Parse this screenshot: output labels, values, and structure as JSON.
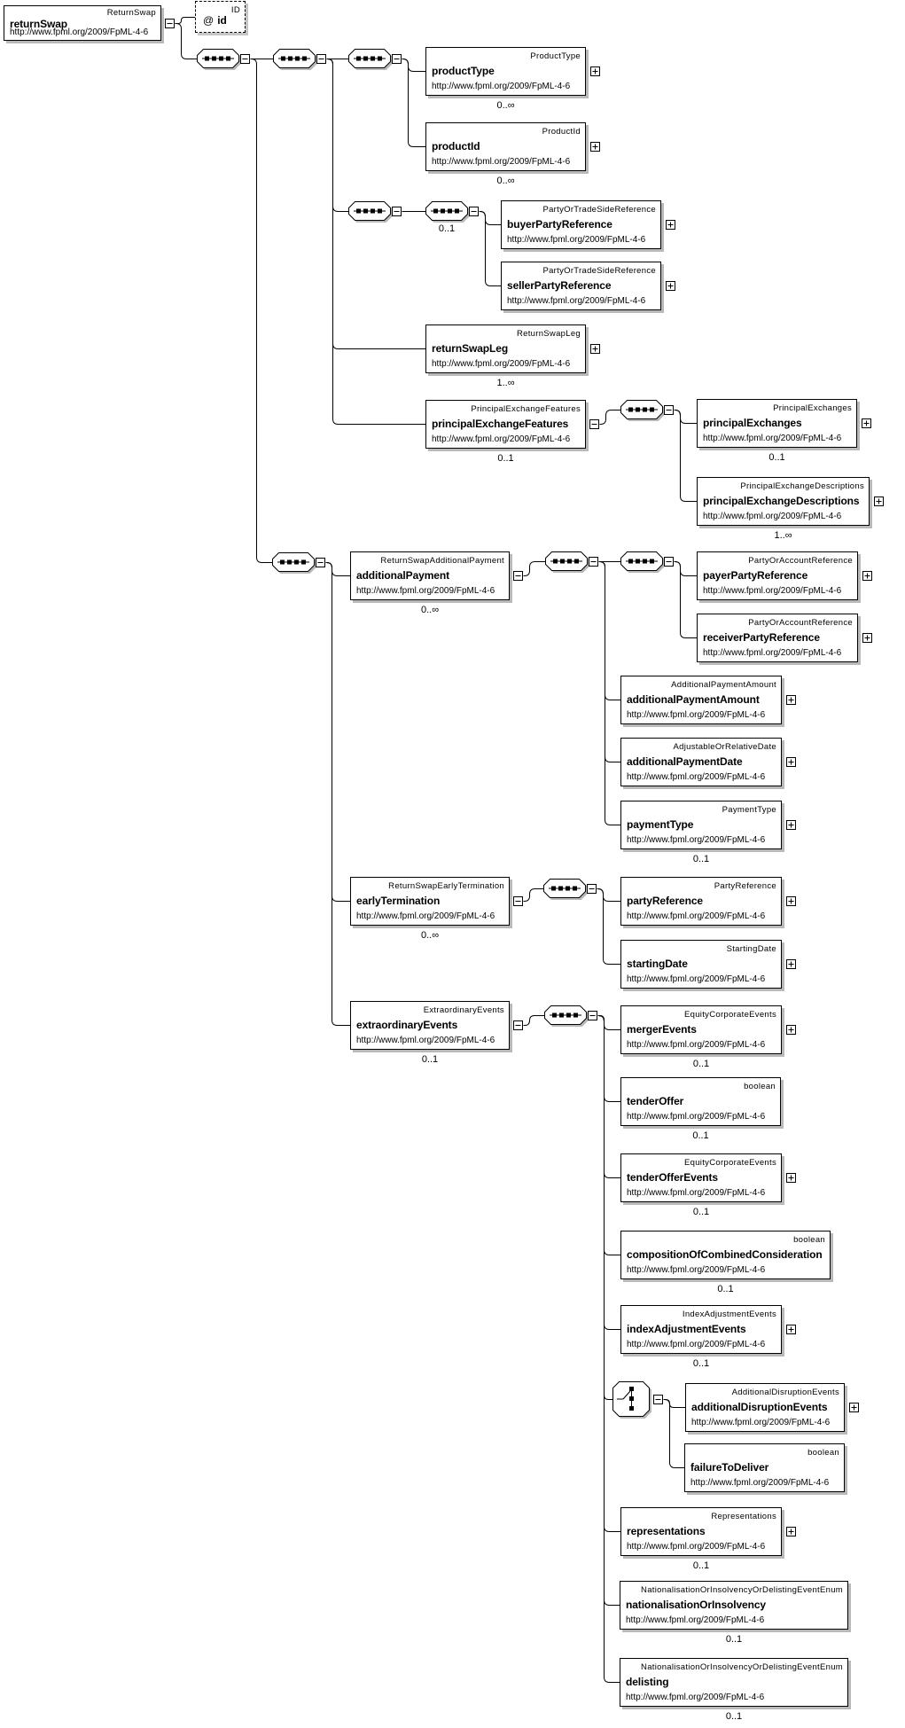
{
  "diagram": {
    "root_name": "returnSwap",
    "root_type": "ReturnSwap",
    "namespace": "http://www.fpml.org/2009/FpML-4-6"
  },
  "nodes": [
    {
      "id": "returnSwap",
      "kind": "element",
      "name": "returnSwap",
      "type": "ReturnSwap",
      "ns": "http://www.fpml.org/2009/FpML-4-6",
      "compact": true,
      "children": [
        "attrId",
        "seq1"
      ]
    },
    {
      "id": "attrId",
      "kind": "attribute",
      "prefix": "@",
      "name": "id",
      "type": "ID"
    },
    {
      "id": "seq1",
      "kind": "sequence",
      "children": [
        "seq2",
        "seq6"
      ]
    },
    {
      "id": "seq2",
      "kind": "sequence",
      "children": [
        "seq3",
        "seq4",
        "returnSwapLeg",
        "principalExchangeFeatures"
      ]
    },
    {
      "id": "seq3",
      "kind": "sequence",
      "children": [
        "productType",
        "productId"
      ]
    },
    {
      "id": "productType",
      "kind": "element",
      "name": "productType",
      "type": "ProductType",
      "ns": "http://www.fpml.org/2009/FpML-4-6",
      "card": "0..∞",
      "expand": true
    },
    {
      "id": "productId",
      "kind": "element",
      "name": "productId",
      "type": "ProductId",
      "ns": "http://www.fpml.org/2009/FpML-4-6",
      "card": "0..∞",
      "expand": true
    },
    {
      "id": "seq4",
      "kind": "sequence",
      "children": [
        "seq5"
      ]
    },
    {
      "id": "seq5",
      "kind": "sequence",
      "card": "0..1",
      "children": [
        "buyerPartyReference",
        "sellerPartyReference"
      ]
    },
    {
      "id": "buyerPartyReference",
      "kind": "element",
      "name": "buyerPartyReference",
      "type": "PartyOrTradeSideReference",
      "ns": "http://www.fpml.org/2009/FpML-4-6",
      "expand": true
    },
    {
      "id": "sellerPartyReference",
      "kind": "element",
      "name": "sellerPartyReference",
      "type": "PartyOrTradeSideReference",
      "ns": "http://www.fpml.org/2009/FpML-4-6",
      "expand": true
    },
    {
      "id": "returnSwapLeg",
      "kind": "element",
      "name": "returnSwapLeg",
      "type": "ReturnSwapLeg",
      "ns": "http://www.fpml.org/2009/FpML-4-6",
      "card": "1..∞",
      "expand": true
    },
    {
      "id": "principalExchangeFeatures",
      "kind": "element",
      "name": "principalExchangeFeatures",
      "type": "PrincipalExchangeFeatures",
      "ns": "http://www.fpml.org/2009/FpML-4-6",
      "card": "0..1",
      "children": [
        "seqPEF"
      ]
    },
    {
      "id": "seqPEF",
      "kind": "sequence",
      "children": [
        "principalExchanges",
        "principalExchangeDescriptions"
      ]
    },
    {
      "id": "principalExchanges",
      "kind": "element",
      "name": "principalExchanges",
      "type": "PrincipalExchanges",
      "ns": "http://www.fpml.org/2009/FpML-4-6",
      "card": "0..1",
      "expand": true
    },
    {
      "id": "principalExchangeDescriptions",
      "kind": "element",
      "name": "principalExchangeDescriptions",
      "type": "PrincipalExchangeDescriptions",
      "ns": "http://www.fpml.org/2009/FpML-4-6",
      "card": "1..∞",
      "expand": true
    },
    {
      "id": "seq6",
      "kind": "sequence",
      "children": [
        "additionalPayment",
        "earlyTermination",
        "extraordinaryEvents"
      ]
    },
    {
      "id": "additionalPayment",
      "kind": "element",
      "name": "additionalPayment",
      "type": "ReturnSwapAdditionalPayment",
      "ns": "http://www.fpml.org/2009/FpML-4-6",
      "card": "0..∞",
      "children": [
        "seqAP1"
      ]
    },
    {
      "id": "seqAP1",
      "kind": "sequence",
      "children": [
        "seqAP2",
        "additionalPaymentAmount",
        "additionalPaymentDate",
        "paymentType"
      ]
    },
    {
      "id": "seqAP2",
      "kind": "sequence",
      "children": [
        "payerPartyReference",
        "receiverPartyReference"
      ]
    },
    {
      "id": "payerPartyReference",
      "kind": "element",
      "name": "payerPartyReference",
      "type": "PartyOrAccountReference",
      "ns": "http://www.fpml.org/2009/FpML-4-6",
      "expand": true
    },
    {
      "id": "receiverPartyReference",
      "kind": "element",
      "name": "receiverPartyReference",
      "type": "PartyOrAccountReference",
      "ns": "http://www.fpml.org/2009/FpML-4-6",
      "expand": true
    },
    {
      "id": "additionalPaymentAmount",
      "kind": "element",
      "name": "additionalPaymentAmount",
      "type": "AdditionalPaymentAmount",
      "ns": "http://www.fpml.org/2009/FpML-4-6",
      "expand": true
    },
    {
      "id": "additionalPaymentDate",
      "kind": "element",
      "name": "additionalPaymentDate",
      "type": "AdjustableOrRelativeDate",
      "ns": "http://www.fpml.org/2009/FpML-4-6",
      "expand": true
    },
    {
      "id": "paymentType",
      "kind": "element",
      "name": "paymentType",
      "type": "PaymentType",
      "ns": "http://www.fpml.org/2009/FpML-4-6",
      "card": "0..1",
      "expand": true
    },
    {
      "id": "earlyTermination",
      "kind": "element",
      "name": "earlyTermination",
      "type": "ReturnSwapEarlyTermination",
      "ns": "http://www.fpml.org/2009/FpML-4-6",
      "card": "0..∞",
      "children": [
        "seqET"
      ]
    },
    {
      "id": "seqET",
      "kind": "sequence",
      "children": [
        "partyReference",
        "startingDate"
      ]
    },
    {
      "id": "partyReference",
      "kind": "element",
      "name": "partyReference",
      "type": "PartyReference",
      "ns": "http://www.fpml.org/2009/FpML-4-6",
      "expand": true
    },
    {
      "id": "startingDate",
      "kind": "element",
      "name": "startingDate",
      "type": "StartingDate",
      "ns": "http://www.fpml.org/2009/FpML-4-6",
      "expand": true
    },
    {
      "id": "extraordinaryEvents",
      "kind": "element",
      "name": "extraordinaryEvents",
      "type": "ExtraordinaryEvents",
      "ns": "http://www.fpml.org/2009/FpML-4-6",
      "card": "0..1",
      "children": [
        "seqEE"
      ]
    },
    {
      "id": "seqEE",
      "kind": "sequence",
      "children": [
        "mergerEvents",
        "tenderOffer",
        "tenderOfferEvents",
        "compositionOfCombinedConsideration",
        "indexAdjustmentEvents",
        "choice1",
        "representations",
        "nationalisationOrInsolvency",
        "delisting"
      ]
    },
    {
      "id": "mergerEvents",
      "kind": "element",
      "name": "mergerEvents",
      "type": "EquityCorporateEvents",
      "ns": "http://www.fpml.org/2009/FpML-4-6",
      "card": "0..1",
      "expand": true
    },
    {
      "id": "tenderOffer",
      "kind": "element",
      "name": "tenderOffer",
      "type": "boolean",
      "ns": "http://www.fpml.org/2009/FpML-4-6",
      "card": "0..1"
    },
    {
      "id": "tenderOfferEvents",
      "kind": "element",
      "name": "tenderOfferEvents",
      "type": "EquityCorporateEvents",
      "ns": "http://www.fpml.org/2009/FpML-4-6",
      "card": "0..1",
      "expand": true
    },
    {
      "id": "compositionOfCombinedConsideration",
      "kind": "element",
      "name": "compositionOfCombinedConsideration",
      "type": "boolean",
      "ns": "http://www.fpml.org/2009/FpML-4-6",
      "card": "0..1"
    },
    {
      "id": "indexAdjustmentEvents",
      "kind": "element",
      "name": "indexAdjustmentEvents",
      "type": "IndexAdjustmentEvents",
      "ns": "http://www.fpml.org/2009/FpML-4-6",
      "card": "0..1",
      "expand": true
    },
    {
      "id": "choice1",
      "kind": "choice",
      "children": [
        "additionalDisruptionEvents",
        "failureToDeliver"
      ]
    },
    {
      "id": "additionalDisruptionEvents",
      "kind": "element",
      "name": "additionalDisruptionEvents",
      "type": "AdditionalDisruptionEvents",
      "ns": "http://www.fpml.org/2009/FpML-4-6",
      "expand": true
    },
    {
      "id": "failureToDeliver",
      "kind": "element",
      "name": "failureToDeliver",
      "type": "boolean",
      "ns": "http://www.fpml.org/2009/FpML-4-6"
    },
    {
      "id": "representations",
      "kind": "element",
      "name": "representations",
      "type": "Representations",
      "ns": "http://www.fpml.org/2009/FpML-4-6",
      "card": "0..1",
      "expand": true
    },
    {
      "id": "nationalisationOrInsolvency",
      "kind": "element",
      "name": "nationalisationOrInsolvency",
      "type": "NationalisationOrInsolvencyOrDelistingEventEnum",
      "ns": "http://www.fpml.org/2009/FpML-4-6",
      "card": "0..1"
    },
    {
      "id": "delisting",
      "kind": "element",
      "name": "delisting",
      "type": "NationalisationOrInsolvencyOrDelistingEventEnum",
      "ns": "http://www.fpml.org/2009/FpML-4-6",
      "card": "0..1"
    }
  ]
}
